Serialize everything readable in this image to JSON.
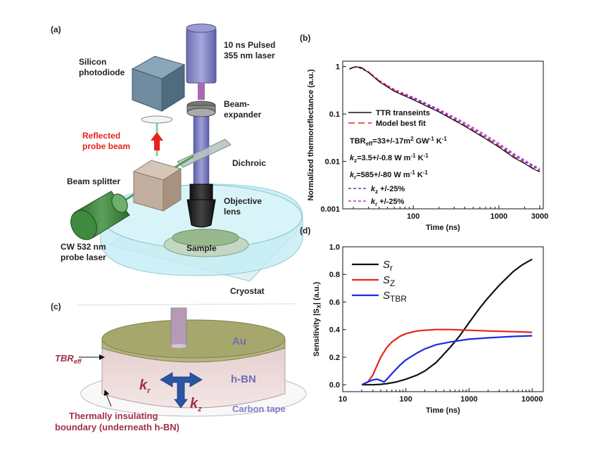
{
  "panel_a": {
    "label": "(a)",
    "laser": [
      "10 ns Pulsed",
      "355 nm laser"
    ],
    "photodiode": [
      "Silicon",
      "photodiode"
    ],
    "beam_expander": [
      "Beam-",
      "expander"
    ],
    "reflected": [
      "Reflected",
      "probe beam"
    ],
    "dichroic": "Dichroic",
    "beam_splitter": "Beam splitter",
    "objective": [
      "Objective",
      "lens"
    ],
    "probe_laser": [
      "CW 532 nm",
      "probe laser"
    ],
    "sample": "Sample",
    "cryostat": "Cryostat"
  },
  "panel_c": {
    "label": "(c)",
    "au": "Au",
    "tbr_main": "TBR",
    "tbr_sub": "eff",
    "hbn": "h-BN",
    "kr_main": "k",
    "kr_sub": "r",
    "kz_main": "k",
    "kz_sub": "z",
    "boundary": [
      "Thermally insulating",
      "boundary (underneath h-BN)"
    ],
    "carbon": "Carbon tape"
  },
  "colors": {
    "red_label": "#e8221a",
    "maroon": "#a03048",
    "au_text": "#6b6fb8",
    "arrow_blue": "#2a55a5",
    "carbon_text": "#7f7fc8"
  },
  "chart_data": [
    {
      "panel": "(b)",
      "type": "line",
      "x_scale": "log",
      "y_scale": "log",
      "xlabel": "Time (ns)",
      "ylabel": "Normalized thermoreflectance (a.u.)",
      "xlim": [
        15,
        3300
      ],
      "ylim": [
        0.001,
        1.3
      ],
      "x_ticks": [
        {
          "v": 100,
          "label": "100"
        },
        {
          "v": 1000,
          "label": "1000"
        },
        {
          "v": 3000,
          "label": "3000"
        }
      ],
      "y_ticks": [
        {
          "v": 1,
          "label": "1"
        },
        {
          "v": 0.1,
          "label": "0.1"
        },
        {
          "v": 0.01,
          "label": "0.01"
        },
        {
          "v": 0.001,
          "label": "0.001"
        }
      ],
      "series": [
        {
          "name": "TTR transeints",
          "color": "#111111",
          "dash": "solid",
          "x": [
            18,
            20,
            22,
            25,
            30,
            40,
            60,
            100,
            200,
            400,
            700,
            1000,
            1500,
            2000,
            2500,
            3000
          ],
          "y": [
            0.88,
            0.96,
            0.99,
            0.93,
            0.75,
            0.48,
            0.3,
            0.2,
            0.11,
            0.055,
            0.03,
            0.02,
            0.012,
            0.009,
            0.007,
            0.006
          ]
        },
        {
          "name": "Model best fit",
          "color": "#e8221a",
          "dash": "long",
          "x": [
            18,
            20,
            22,
            25,
            30,
            40,
            60,
            100,
            200,
            400,
            700,
            1000,
            1500,
            2000,
            2500,
            3000
          ],
          "y": [
            0.9,
            0.97,
            1.0,
            0.95,
            0.77,
            0.5,
            0.31,
            0.205,
            0.112,
            0.057,
            0.031,
            0.021,
            0.0125,
            0.0092,
            0.0072,
            0.0062
          ]
        },
        {
          "name": "k_z +/-25%",
          "color": "#3a49c8",
          "dash": "short",
          "x": [
            18,
            22,
            30,
            40,
            60,
            100,
            200,
            400,
            700,
            1000,
            1500,
            2000,
            2500,
            3000
          ],
          "y": [
            0.9,
            1.0,
            0.76,
            0.49,
            0.31,
            0.215,
            0.118,
            0.06,
            0.033,
            0.022,
            0.0135,
            0.0099,
            0.0078,
            0.0066
          ]
        },
        {
          "name": "k_r +/-25%",
          "color": "#d822d8",
          "dash": "short",
          "x": [
            18,
            22,
            30,
            40,
            60,
            100,
            200,
            400,
            700,
            1000,
            1500,
            2000,
            2500,
            3000
          ],
          "y": [
            0.9,
            1.0,
            0.78,
            0.51,
            0.33,
            0.225,
            0.125,
            0.065,
            0.036,
            0.024,
            0.0145,
            0.0106,
            0.0083,
            0.0071
          ]
        }
      ],
      "legend_lines": [
        {
          "name": "TTR transeints",
          "color": "#111111",
          "dash": "solid"
        },
        {
          "name": "Model best fit",
          "color": "#e8221a",
          "dash": "long"
        }
      ],
      "annotations": {
        "tbr": {
          "main": "TBR",
          "sub": "eff",
          "rest": "=33+/-17m",
          "sup2": "2",
          "tail1": " GW",
          "sup1": "-1",
          "tail2": " K",
          "sup3": "-1"
        },
        "kz": {
          "main": "k",
          "sub": "z",
          "rest": "=3.5+/-0.8 W m",
          "sup1": "-1",
          "tail": " K",
          "sup2": "-1"
        },
        "kr": {
          "main": "k",
          "sub": "r",
          "rest": "=585+/-80 W m",
          "sup1": "-1",
          "tail": " K",
          "sup2": "-1"
        },
        "kz_var": {
          "main": "k",
          "sub": "z",
          "rest": " +/-25%",
          "color": "#3a49c8"
        },
        "kr_var": {
          "main": "k",
          "sub": "r",
          "rest": " +/-25%",
          "color": "#d822d8"
        }
      }
    },
    {
      "panel": "(d)",
      "type": "line",
      "x_scale": "log",
      "y_scale": "linear",
      "xlabel": "Time (ns)",
      "ylabel_main": "Sensitivity |S",
      "ylabel_sub": "X",
      "ylabel_end": "| (a.u.)",
      "xlim": [
        10,
        15000
      ],
      "ylim": [
        -0.05,
        1.0
      ],
      "x_ticks": [
        {
          "v": 10,
          "label": "10"
        },
        {
          "v": 100,
          "label": "100"
        },
        {
          "v": 1000,
          "label": "1000"
        },
        {
          "v": 10000,
          "label": "10000"
        }
      ],
      "y_ticks": [
        {
          "v": 0,
          "label": "0.0"
        },
        {
          "v": 0.2,
          "label": "0.2"
        },
        {
          "v": 0.4,
          "label": "0.4"
        },
        {
          "v": 0.6,
          "label": "0.6"
        },
        {
          "v": 0.8,
          "label": "0.8"
        },
        {
          "v": 1.0,
          "label": "1.0"
        }
      ],
      "series": [
        {
          "name": "r",
          "color": "#111111",
          "x": [
            20,
            25,
            30,
            40,
            50,
            70,
            100,
            150,
            200,
            300,
            500,
            700,
            1000,
            1500,
            2000,
            3000,
            5000,
            7000,
            10000
          ],
          "y": [
            0,
            0,
            0,
            0.003,
            0.008,
            0.02,
            0.04,
            0.07,
            0.1,
            0.16,
            0.27,
            0.35,
            0.45,
            0.56,
            0.63,
            0.72,
            0.82,
            0.87,
            0.91
          ]
        },
        {
          "name": "Z",
          "color": "#e8221a",
          "x": [
            20,
            25,
            30,
            35,
            40,
            50,
            60,
            80,
            100,
            150,
            200,
            300,
            500,
            1000,
            2000,
            5000,
            10000
          ],
          "y": [
            0,
            0.02,
            0.07,
            0.14,
            0.2,
            0.27,
            0.31,
            0.35,
            0.37,
            0.39,
            0.395,
            0.4,
            0.4,
            0.395,
            0.39,
            0.385,
            0.38
          ]
        },
        {
          "name": "TBR",
          "color": "#1a2de0",
          "x": [
            20,
            25,
            30,
            35,
            40,
            45,
            50,
            60,
            80,
            100,
            150,
            200,
            300,
            500,
            1000,
            2000,
            5000,
            10000
          ],
          "y": [
            0,
            0.02,
            0.035,
            0.04,
            0.03,
            0.02,
            0.04,
            0.08,
            0.14,
            0.18,
            0.23,
            0.26,
            0.29,
            0.31,
            0.33,
            0.34,
            0.35,
            0.355
          ]
        }
      ],
      "legend_prefix": "S"
    }
  ],
  "panel_b_label": "(b)",
  "panel_d_label": "(d)"
}
